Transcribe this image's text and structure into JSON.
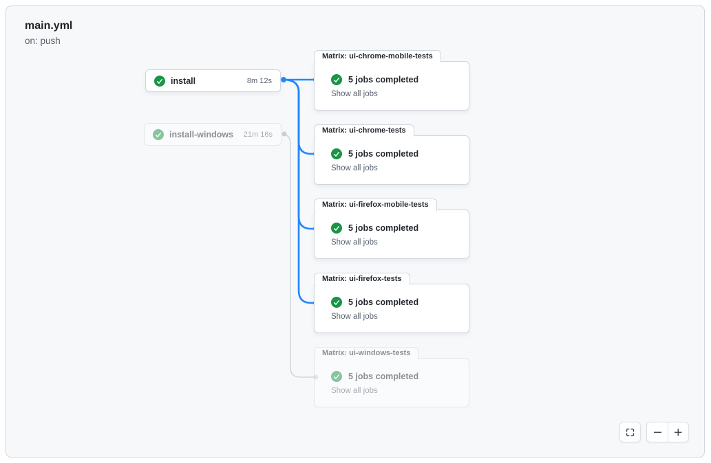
{
  "header": {
    "title": "main.yml",
    "trigger": "on: push"
  },
  "jobs": [
    {
      "label": "install",
      "duration": "8m 12s",
      "status": "success",
      "faded": false
    },
    {
      "label": "install-windows",
      "duration": "21m 16s",
      "status": "success",
      "faded": true
    }
  ],
  "matrix_groups": [
    {
      "label": "Matrix: ui-chrome-mobile-tests",
      "summary": "5 jobs completed",
      "link": "Show all jobs",
      "status": "success",
      "faded": false
    },
    {
      "label": "Matrix: ui-chrome-tests",
      "summary": "5 jobs completed",
      "link": "Show all jobs",
      "status": "success",
      "faded": false
    },
    {
      "label": "Matrix: ui-firefox-mobile-tests",
      "summary": "5 jobs completed",
      "link": "Show all jobs",
      "status": "success",
      "faded": false
    },
    {
      "label": "Matrix: ui-firefox-tests",
      "summary": "5 jobs completed",
      "link": "Show all jobs",
      "status": "success",
      "faded": false
    },
    {
      "label": "Matrix: ui-windows-tests",
      "summary": "5 jobs completed",
      "link": "Show all jobs",
      "status": "success",
      "faded": true
    }
  ],
  "controls": {
    "fullscreen_icon": "screen-full-icon",
    "zoom_out_icon": "dash-icon",
    "zoom_in_icon": "plus-icon"
  },
  "colors": {
    "canvas_bg": "#f6f8fa",
    "card_bg": "#ffffff",
    "border": "#d0d7de",
    "edge_active": "#2188ff",
    "edge_faded": "#d0d7de",
    "success_green": "#1a7f37",
    "text_primary": "#24292f",
    "text_muted": "#59636e"
  }
}
